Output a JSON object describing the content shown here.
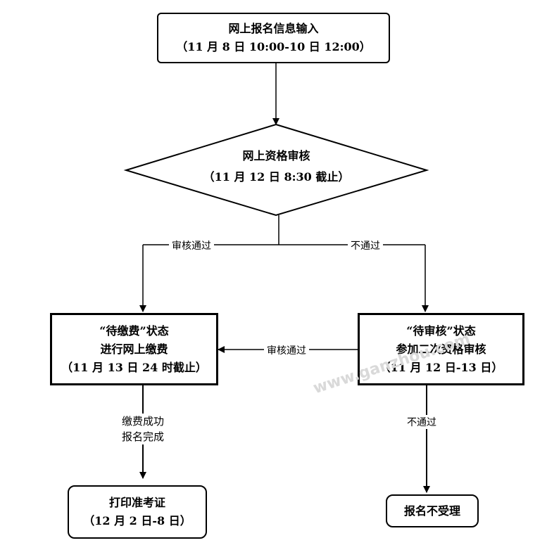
{
  "nodes": {
    "input": {
      "line1": "网上报名信息输入",
      "line2": "（11 月 8 日 10:00-10 日 12:00）"
    },
    "review": {
      "line1": "网上资格审核",
      "line2": "（11 月 12 日 8:30 截止）"
    },
    "pay": {
      "line1": "“待缴费”状态",
      "line2": "进行网上缴费",
      "line3": "（11 月 13 日 24 时截止）"
    },
    "pending": {
      "line1": "“待审核”状态",
      "line2": "参加二次资格审核",
      "line3": "（11 月 12 日-13 日）"
    },
    "print": {
      "line1": "打印准考证",
      "line2": "（12 月 2 日-8 日）"
    },
    "reject": {
      "line1": "报名不受理"
    }
  },
  "edges": {
    "pass_left": "审核通过",
    "fail_right": "不通过",
    "second_pass": "审核通过",
    "pay_done_1": "缴费成功",
    "pay_done_2": "报名完成",
    "second_fail": "不通过"
  },
  "watermark": "www.ganzhou.com"
}
